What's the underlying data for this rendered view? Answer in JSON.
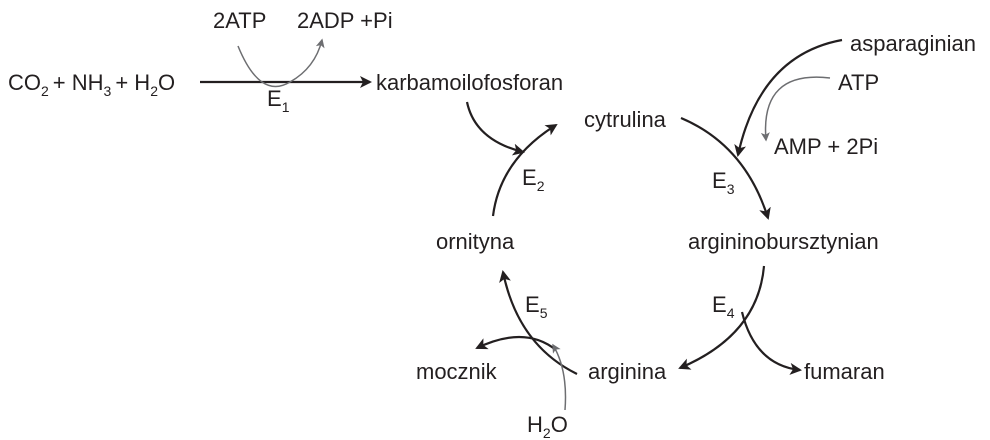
{
  "colors": {
    "main": "#231f20",
    "cofactor": "#6d6e71",
    "background": "#ffffff"
  },
  "reaction_1": {
    "substrates": {
      "co2": "CO",
      "co2_sub": "2",
      "plus1": "+ NH",
      "nh3_sub": "3",
      "plus2": "+ H",
      "h2o_sub": "2",
      "o": "O"
    },
    "atp_in": "2ATP",
    "adp_out": "2ADP +Pi",
    "enzyme": {
      "letter": "E",
      "index": "1"
    },
    "product": "karbamoilofosforan"
  },
  "cycle": {
    "nodes": {
      "cytrulina": "cytrulina",
      "argininobursztynian": "argininobursztynian",
      "arginina": "arginina",
      "ornityna": "ornityna"
    },
    "enzymes": {
      "e2": {
        "letter": "E",
        "index": "2"
      },
      "e3": {
        "letter": "E",
        "index": "3"
      },
      "e4": {
        "letter": "E",
        "index": "4"
      },
      "e5": {
        "letter": "E",
        "index": "5"
      }
    }
  },
  "side_inputs": {
    "asparaginian": "asparaginian",
    "atp": "ATP",
    "amp_out": "AMP + 2Pi",
    "fumaran": "fumaran",
    "mocznik": "mocznik",
    "water": {
      "h": "H",
      "sub": "2",
      "o": "O"
    }
  }
}
